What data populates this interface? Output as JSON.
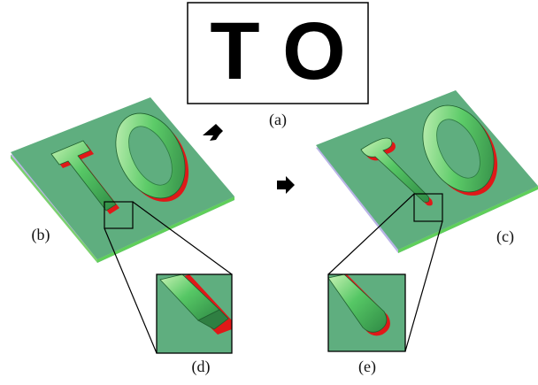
{
  "source_image": {
    "text": "T O",
    "label": "(a)"
  },
  "panels": {
    "b": {
      "label": "(b)"
    },
    "c": {
      "label": "(c)"
    },
    "d": {
      "label": "(d)"
    },
    "e": {
      "label": "(e)"
    }
  },
  "colors": {
    "plate": "#5fae7f",
    "plate_edge_top": "#b9b4e6",
    "plate_edge_bottom": "#5fcf5a",
    "letter_green": "#4cc35a",
    "letter_highlight": "#b6f0a8",
    "letter_shadow_red": "#e01818",
    "outline": "#000000"
  }
}
